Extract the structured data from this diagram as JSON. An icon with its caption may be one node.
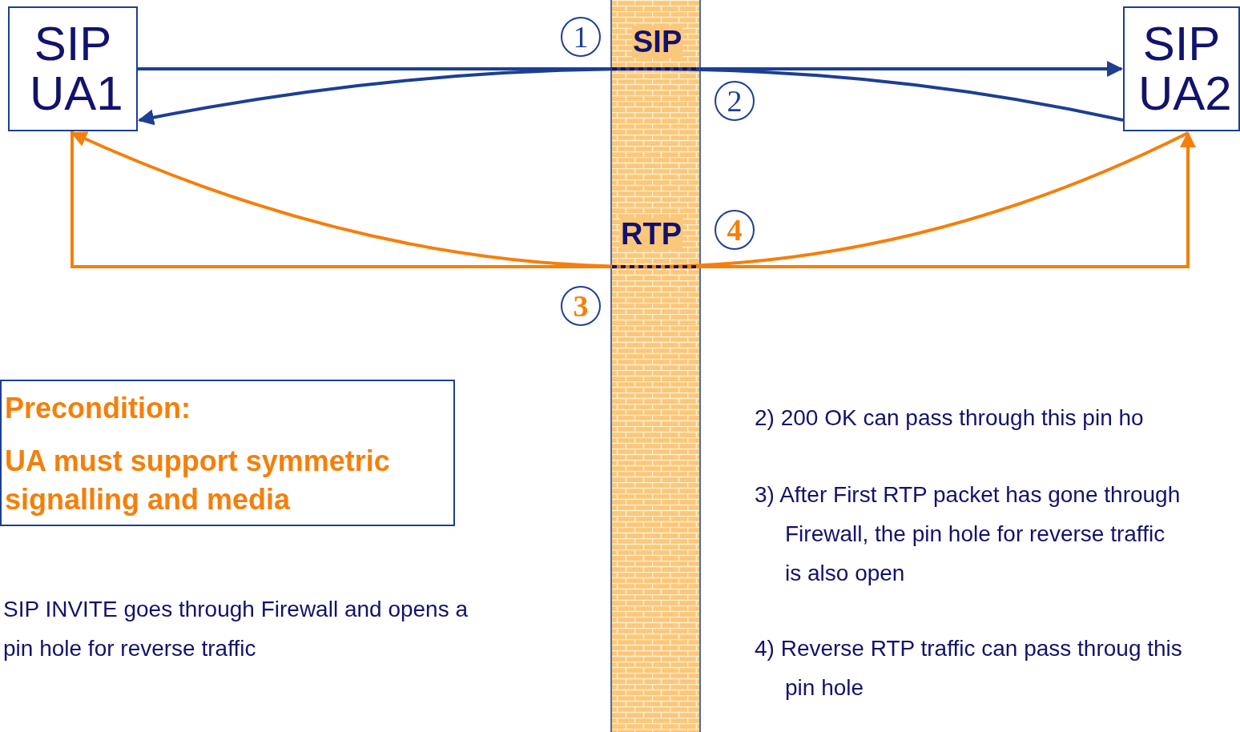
{
  "diagram": {
    "nodes": [
      {
        "text": [
          "SIP UA1"
        ]
      },
      {
        "text": [
          "SIP UA2"
        ]
      },
      {
        "text": [
          "Precondition:",
          "UA must support symmetric signalling and media"
        ]
      }
    ],
    "edges": [
      {
        "from": 0,
        "to": 1,
        "arrow": "to"
      },
      {
        "from": 1,
        "to": 0,
        "arrow": "to"
      },
      {
        "from": 0,
        "to": 1,
        "arrow": "to",
        "color": "#f57f0a"
      },
      {
        "from": 1,
        "to": 0,
        "arrow": "to",
        "color": "#f57f0a"
      }
    ],
    "labels": [
      "SIP",
      "RTP",
      "1",
      "2",
      "4",
      "3",
      "SIP INVITE goes through Firewall and opens a pin hole for reverse traffic",
      "2) 200 OK can pass through this pin ho",
      "3) After First RTP packet has gone through Firewall, the pin hole for reverse traffic is also open",
      "4) Reverse RTP traffic can pass throug this pin hole"
    ]
  }
}
